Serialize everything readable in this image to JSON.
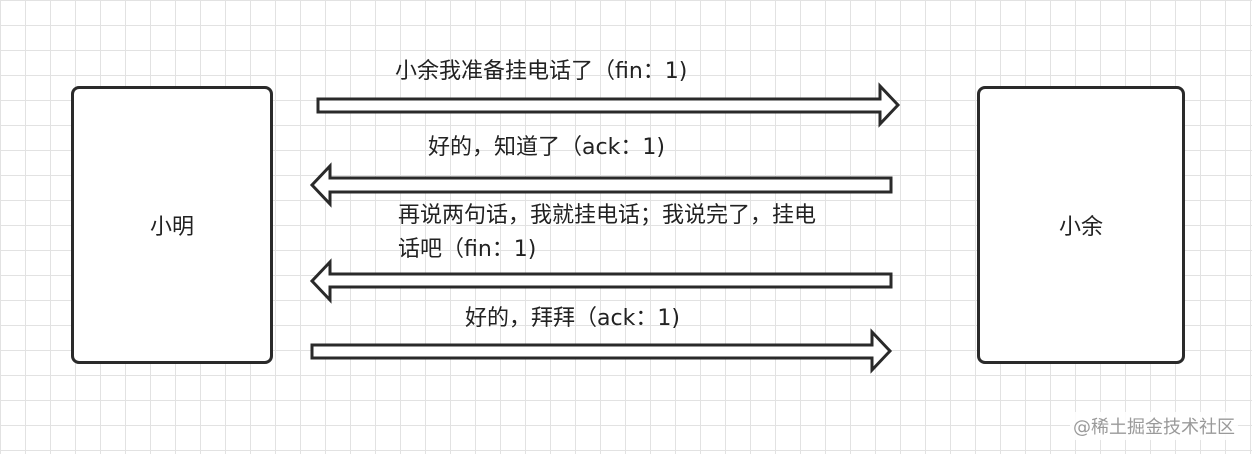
{
  "participants": {
    "left": "小明",
    "right": "小余"
  },
  "messages": [
    {
      "text": "小余我准备挂电话了（fin：1)",
      "direction": "right"
    },
    {
      "text": "好的，知道了（ack：1)",
      "direction": "left"
    },
    {
      "text": "再说两句话，我就挂电话；我说完了，挂电话吧（fin：1)",
      "direction": "left"
    },
    {
      "text": "好的，拜拜（ack：1)",
      "direction": "right"
    }
  ],
  "watermark": "@稀土掘金技术社区",
  "colors": {
    "stroke": "#2a2a2a",
    "grid": "#e2e2e2",
    "watermark": "#9a9a9a"
  }
}
